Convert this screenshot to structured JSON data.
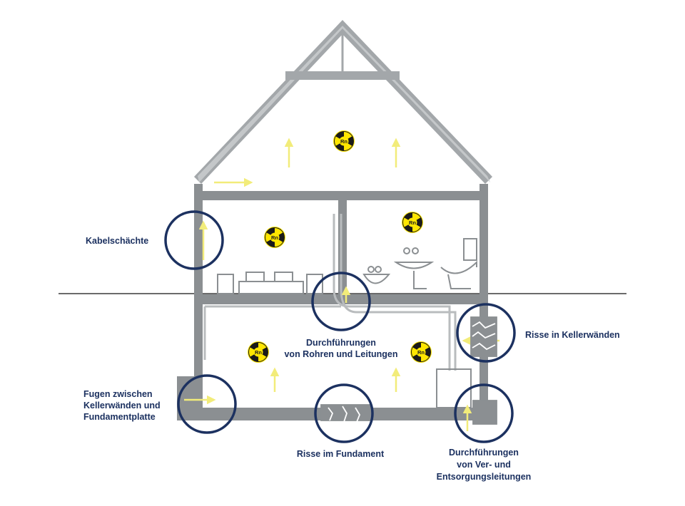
{
  "colors": {
    "wall": "#8b8f92",
    "roof": "#a3a7aa",
    "ring": "#1c3160",
    "label": "#1c3160",
    "arrow": "#f2ec7a",
    "symbol": "#ffe600",
    "symbol_dark": "#1a1a1a",
    "fixture": "#8b8f92"
  },
  "radon_symbol_text": "Rn",
  "labels": {
    "kabelschaechte": "Kabelschächte",
    "durchfuehrungen_rohre_1": "Durchführungen",
    "durchfuehrungen_rohre_2": "von Rohren und Leitungen",
    "risse_kellerwaende": "Risse in Kellerwänden",
    "fugen_1": "Fugen zwischen",
    "fugen_2": "Kellerwänden und",
    "fugen_3": "Fundamentplatte",
    "risse_fundament": "Risse im Fundament",
    "durchfuehrungen_ver_1": "Durchführungen",
    "durchfuehrungen_ver_2": "von Ver- und",
    "durchfuehrungen_ver_3": "Entsorgungsleitungen"
  }
}
